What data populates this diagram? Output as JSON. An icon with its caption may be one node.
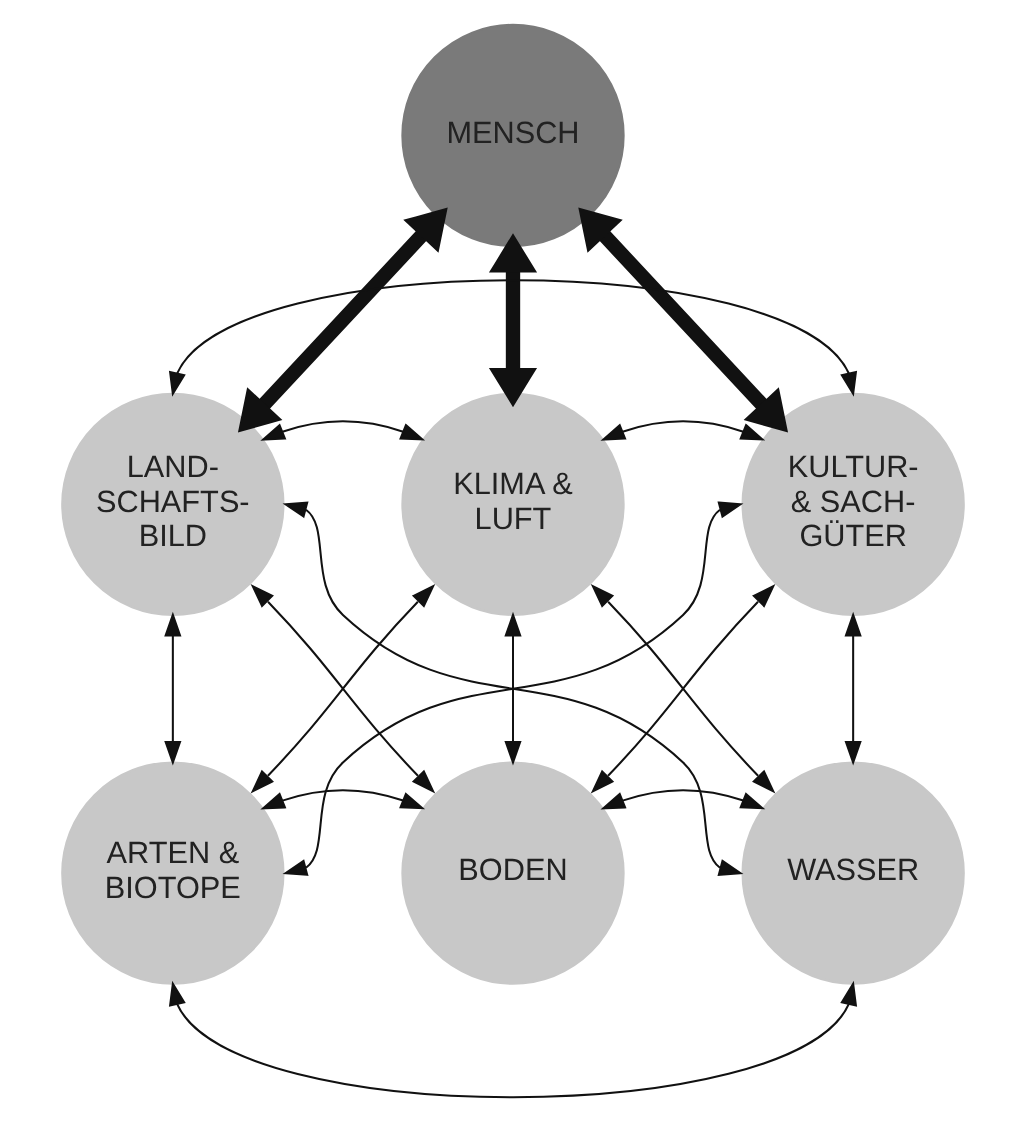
{
  "diagram": {
    "nodes": [
      {
        "text": [
          "MENSCH"
        ]
      },
      {
        "text": [
          "LAND- SCHAFTS- BILD"
        ]
      },
      {
        "text": [
          "KLIMA & LUFT"
        ]
      },
      {
        "text": [
          "KULTUR- & SACH- GÜTER"
        ]
      },
      {
        "text": [
          "ARTEN & BIOTOPE"
        ]
      },
      {
        "text": [
          "BODEN"
        ]
      },
      {
        "text": [
          "WASSER"
        ]
      }
    ],
    "edges": [
      {
        "from": 0,
        "to": 1,
        "arrow": "both",
        "style": "thick"
      },
      {
        "from": 0,
        "to": 2,
        "arrow": "both",
        "style": "thick"
      },
      {
        "from": 0,
        "to": 3,
        "arrow": "both",
        "style": "thick"
      },
      {
        "from": 1,
        "to": 3,
        "arrow": "both"
      },
      {
        "from": 1,
        "to": 2,
        "arrow": "both"
      },
      {
        "from": 2,
        "to": 3,
        "arrow": "both"
      },
      {
        "from": 1,
        "to": 4,
        "arrow": "both"
      },
      {
        "from": 2,
        "to": 5,
        "arrow": "both"
      },
      {
        "from": 3,
        "to": 6,
        "arrow": "both"
      },
      {
        "from": 1,
        "to": 5,
        "arrow": "both"
      },
      {
        "from": 1,
        "to": 6,
        "arrow": "both"
      },
      {
        "from": 2,
        "to": 4,
        "arrow": "both"
      },
      {
        "from": 2,
        "to": 6,
        "arrow": "both"
      },
      {
        "from": 3,
        "to": 4,
        "arrow": "both"
      },
      {
        "from": 3,
        "to": 5,
        "arrow": "both"
      },
      {
        "from": 4,
        "to": 5,
        "arrow": "both"
      },
      {
        "from": 5,
        "to": 6,
        "arrow": "both"
      },
      {
        "from": 4,
        "to": 6,
        "arrow": "both"
      }
    ]
  }
}
